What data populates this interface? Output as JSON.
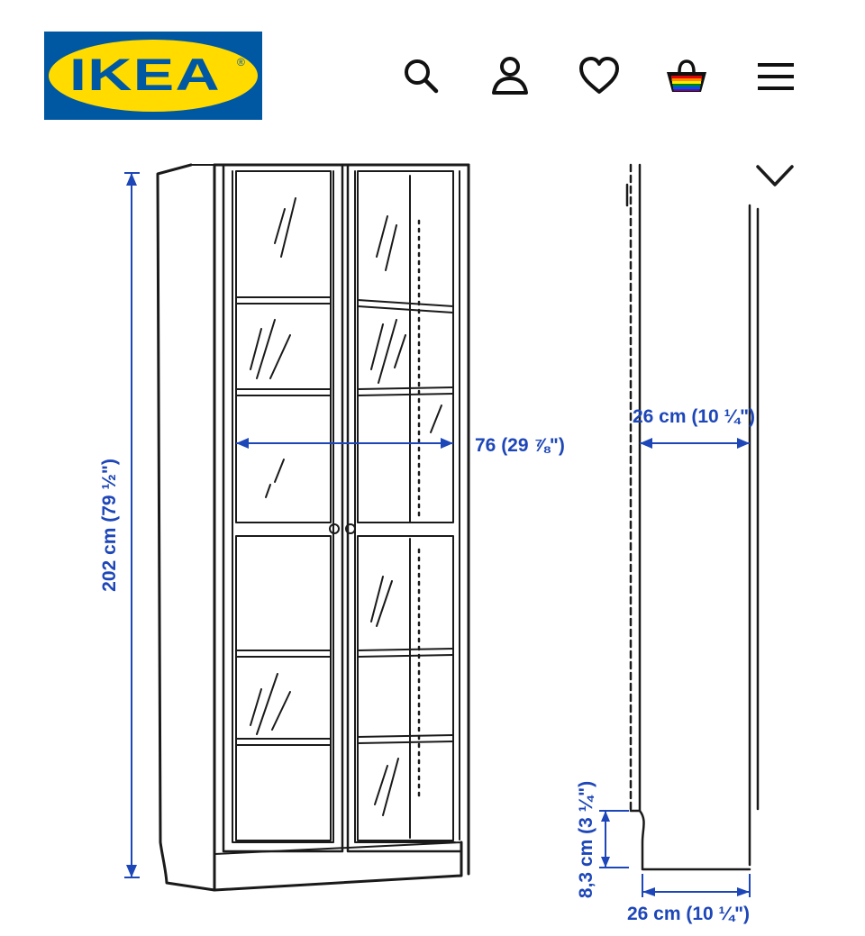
{
  "header": {
    "logo_text": "IKEA",
    "logo_mark": "®",
    "brand_colors": {
      "blue": "#0058a3",
      "yellow": "#ffdb00"
    },
    "icons": [
      "search-icon",
      "account-icon",
      "favorite-icon",
      "shopping-bag-icon",
      "menu-icon"
    ]
  },
  "product_drawing": {
    "dimension_color": "#1d46b8",
    "height_label": "202 cm (79 ½\")",
    "width_label": "76 (29 ⅞\")",
    "depth_label": "26 cm (10 ¼\")",
    "base_height_label": "8,3 cm (3 ¼\")",
    "base_depth_label": "26 cm (10 ¼\")",
    "icons": [
      "favorite-icon"
    ]
  }
}
